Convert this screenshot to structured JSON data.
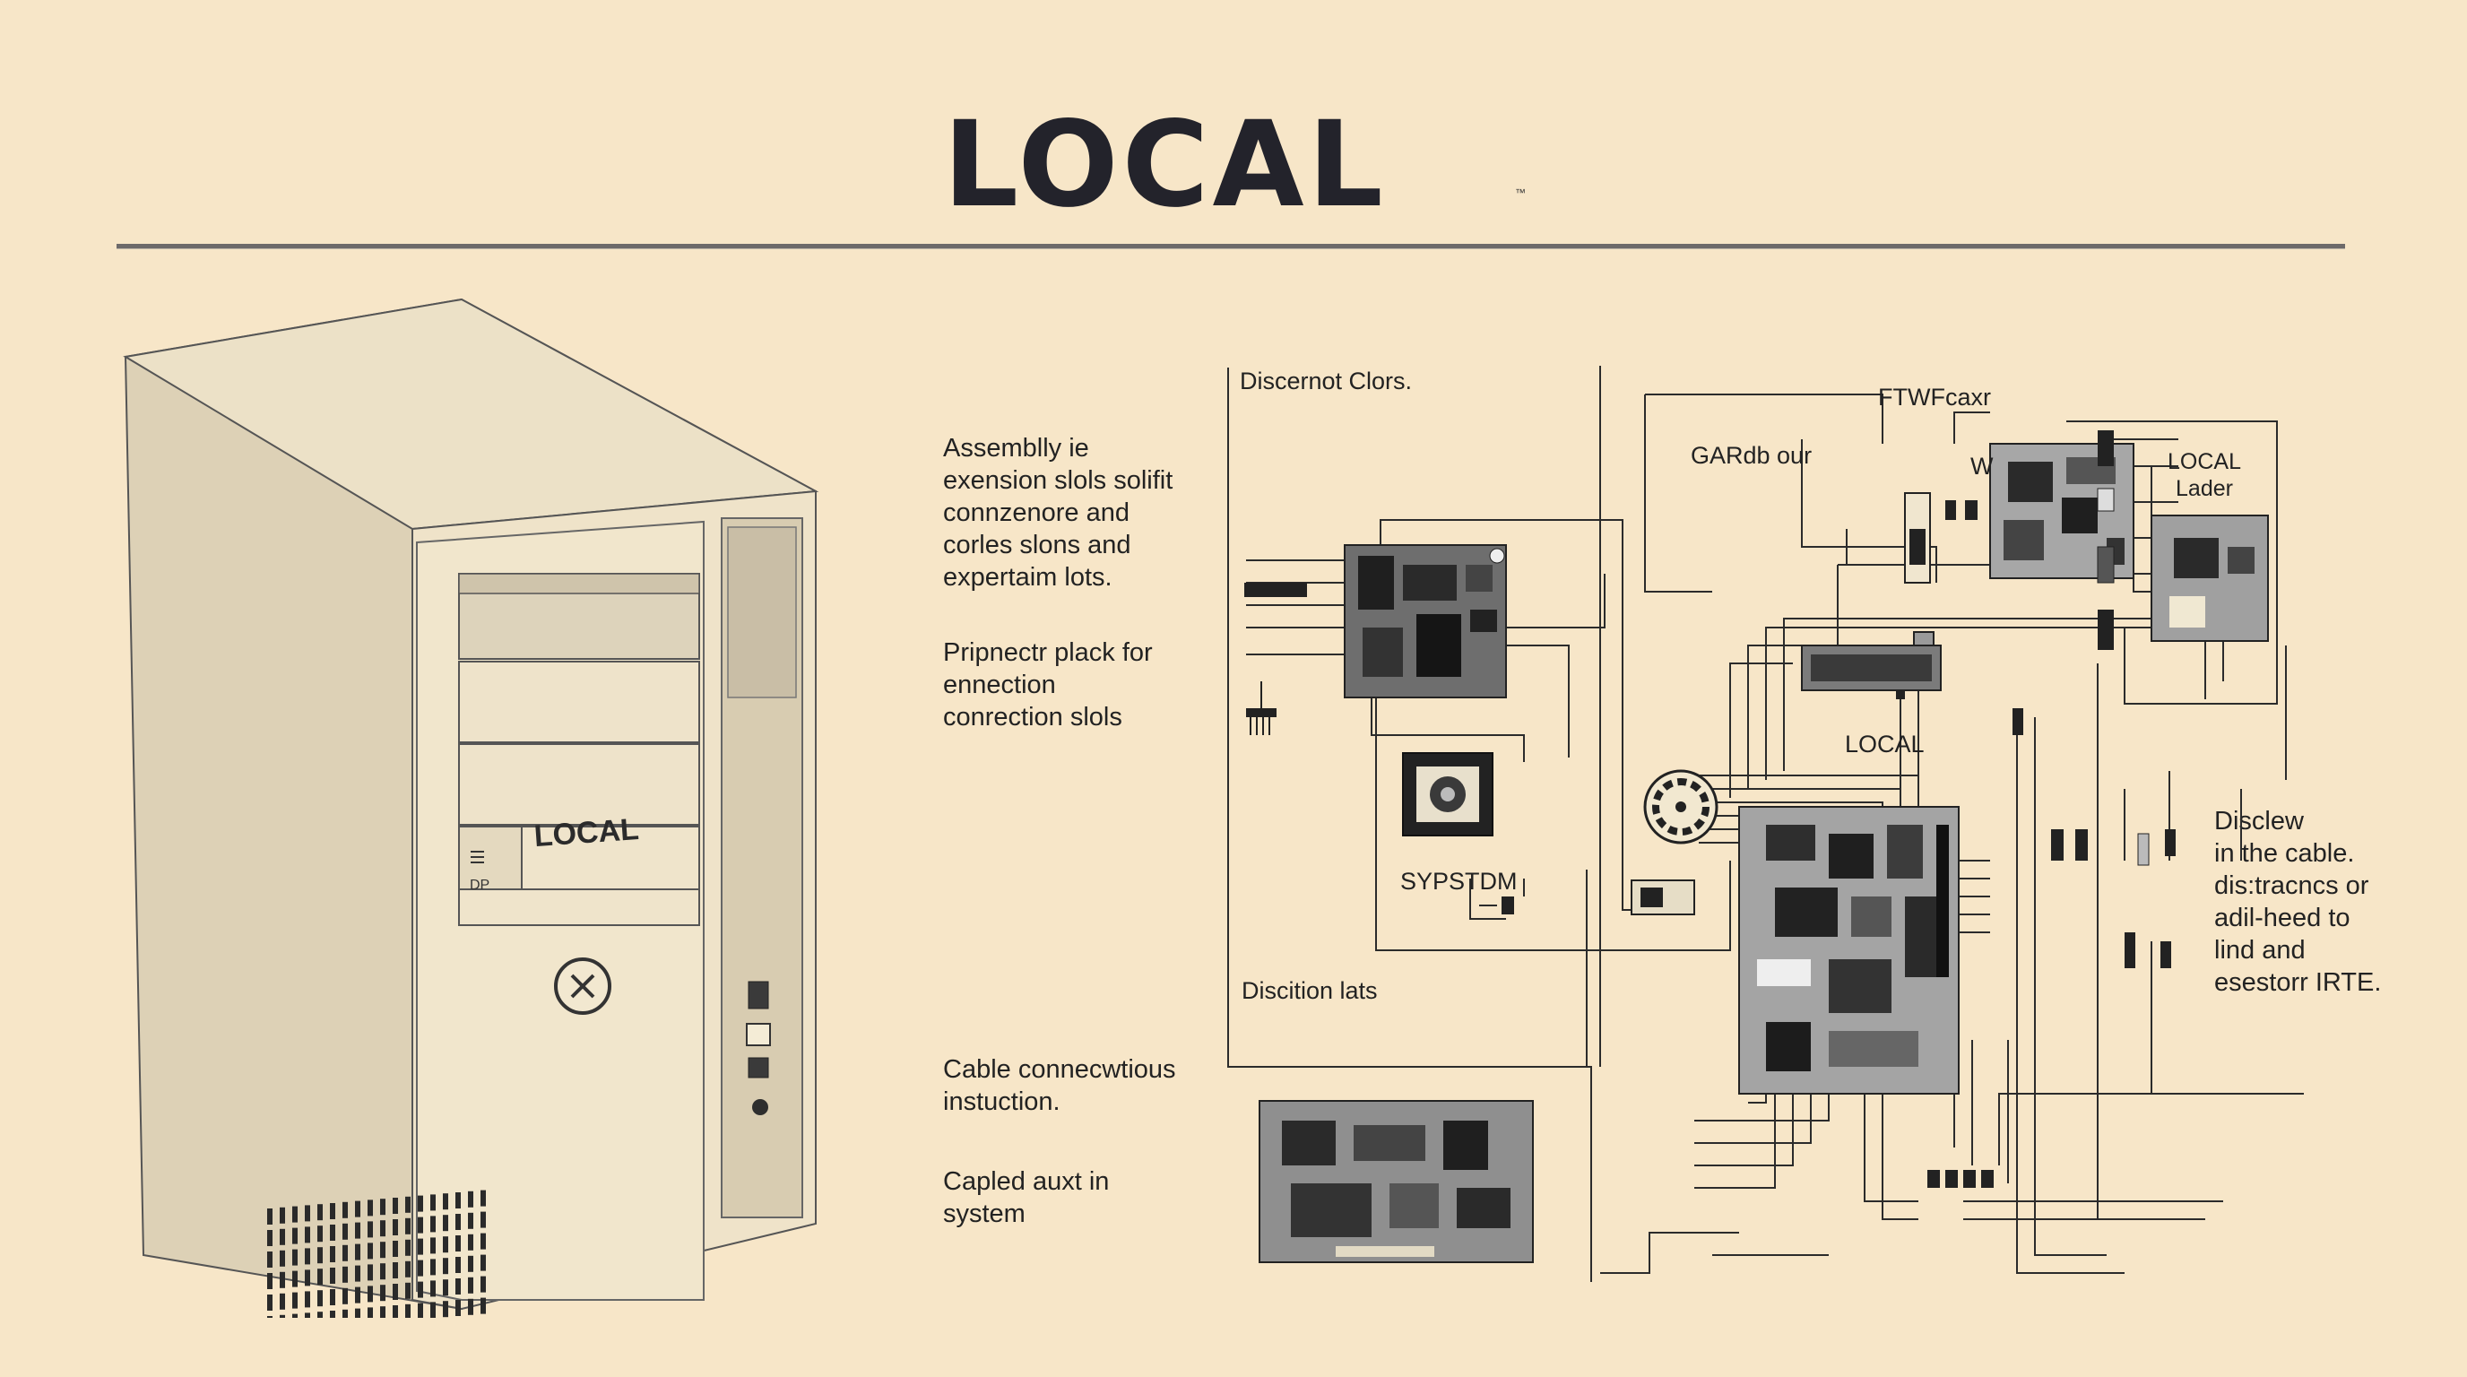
{
  "title": "LOCAL",
  "trademark": "™",
  "tower": {
    "badge": "LOCAL",
    "port_label": "DP"
  },
  "notes": {
    "assembly": "Assemblly ie\nexension slols solifit\nconnzenore and\ncorles slons and\nexpertaim lots.",
    "pripnectr": "Pripnectr plack for\nennection\nconrection slols",
    "cable_instruction": "Cable connecwtious\ninstuction.",
    "capled": "Capled auxt in\nsystem",
    "disclew": "Disclew\nin the cable.\ndis:tracncs or\nadil-heed to\nlind and\nesestorr IRTE."
  },
  "diagram_labels": {
    "discernot": "Discernot Clors.",
    "ftwfcaxr": "FTWFcaxr",
    "gardb": "GARdb our",
    "w": "W",
    "local_lader": "LOCAL\nLader",
    "local": "LOCAL",
    "sypstdm": "SYPSTDM",
    "discition": "Discition lats"
  },
  "colors": {
    "paper": "#f7e6c8",
    "ink": "#23232b",
    "tower_front": "#efe3c9",
    "tower_side": "#ddd1b6",
    "board_gray": "#8f8f8f"
  }
}
